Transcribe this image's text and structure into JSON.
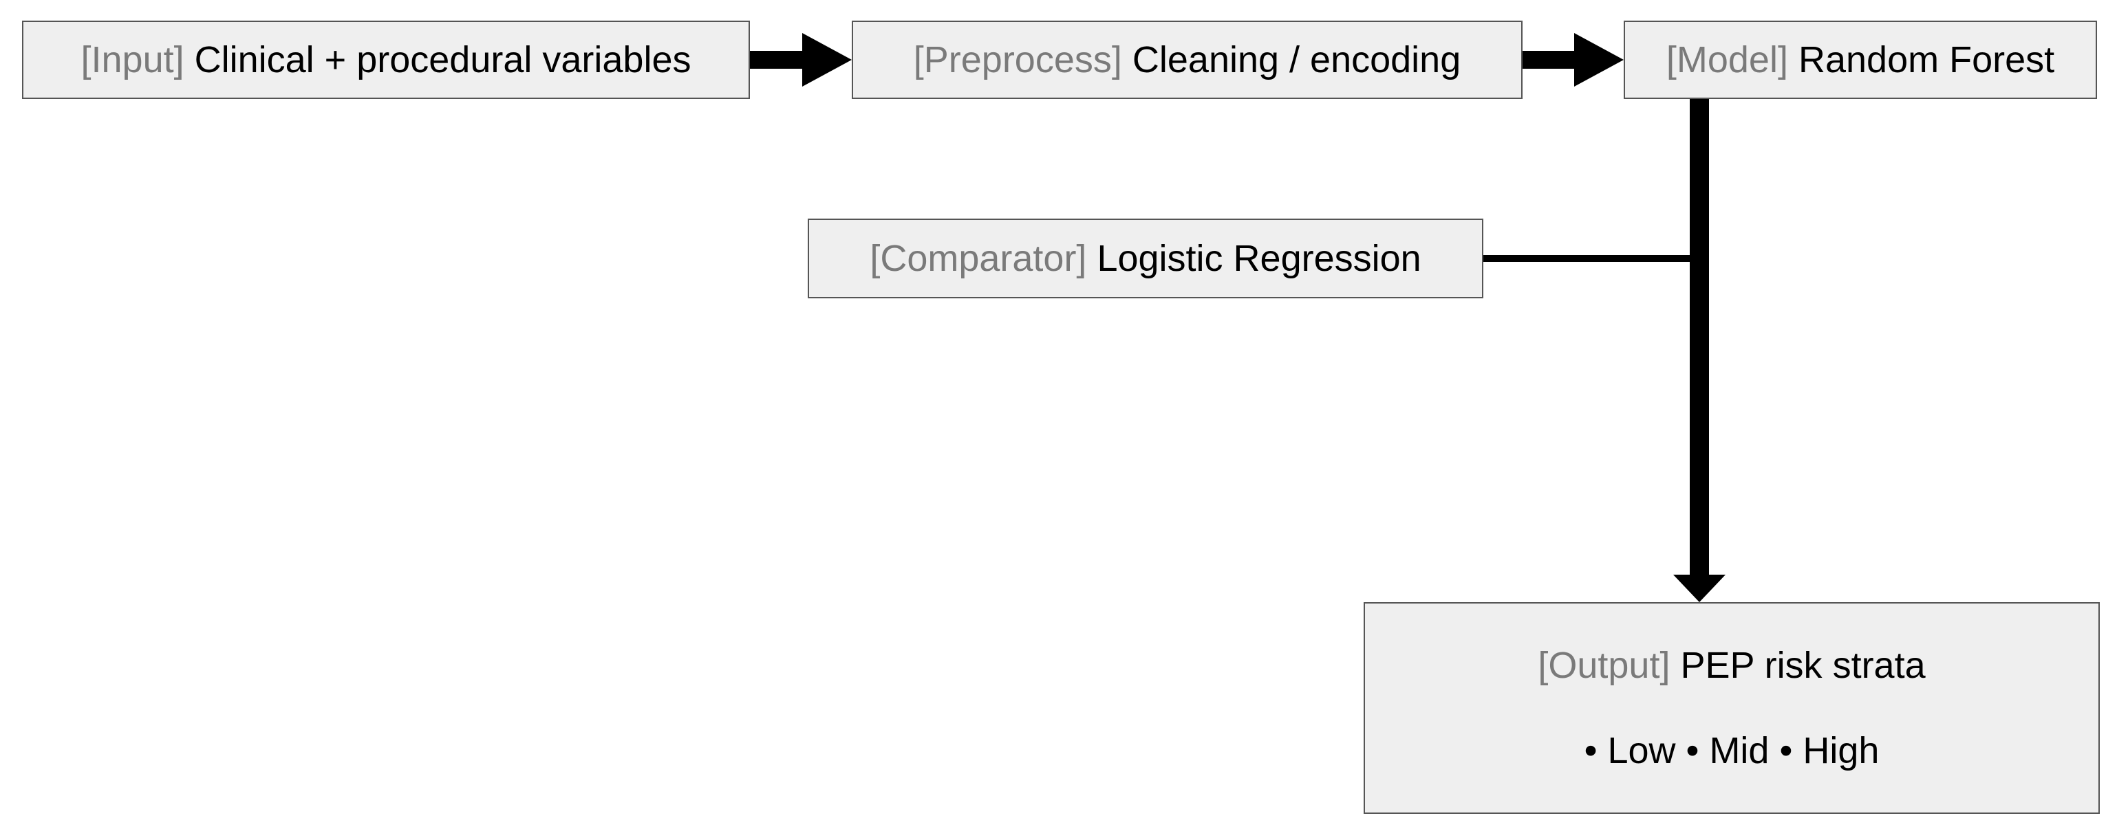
{
  "nodes": {
    "input": {
      "tag": "[Input]",
      "label": "Clinical + procedural variables"
    },
    "preprocess": {
      "tag": "[Preprocess]",
      "label": "Cleaning / encoding"
    },
    "model": {
      "tag": "[Model]",
      "label": "Random Forest"
    },
    "comparator": {
      "tag": "[Comparator]",
      "label": "Logistic Regression"
    },
    "output": {
      "tag": "[Output]",
      "label": "PEP risk strata",
      "strata": "• Low • Mid • High"
    }
  },
  "colors": {
    "box_fill": "#efefef",
    "box_border": "#555555",
    "tag_text": "#7a7a7a",
    "label_text": "#000000",
    "connector": "#000000"
  }
}
